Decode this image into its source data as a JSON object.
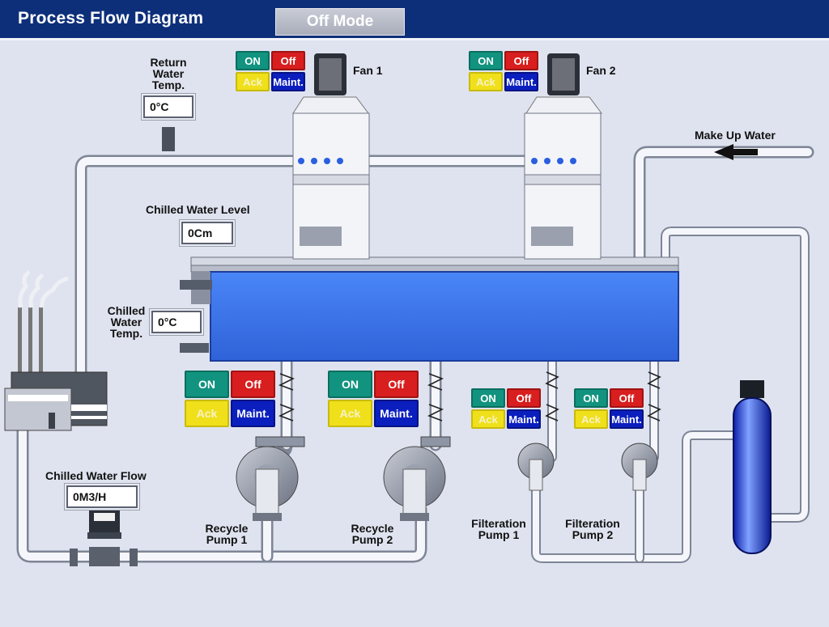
{
  "header": {
    "title": "Process Flow Diagram",
    "mode_button": "Off Mode"
  },
  "labels": {
    "return_water_temp": [
      "Return",
      "Water",
      "Temp."
    ],
    "chilled_water_level": "Chilled Water Level",
    "chilled_water_temp": [
      "Chilled",
      "Water",
      "Temp."
    ],
    "chilled_water_flow": "Chilled Water Flow",
    "make_up_water": "Make Up Water",
    "fan1": "Fan 1",
    "fan2": "Fan 2",
    "recycle_pump1": [
      "Recycle",
      "Pump 1"
    ],
    "recycle_pump2": [
      "Recycle",
      "Pump 2"
    ],
    "filtration_pump1": [
      "Filteration",
      "Pump 1"
    ],
    "filtration_pump2": [
      "Filteration",
      "Pump 2"
    ]
  },
  "readings": {
    "return_water_temp": "0°C",
    "chilled_water_level": "0Cm",
    "chilled_water_temp": "0°C",
    "chilled_water_flow": "0M3/H"
  },
  "controls": {
    "on": "ON",
    "off": "Off",
    "ack": "Ack",
    "maint": "Maint."
  },
  "colors": {
    "header": "#0d2f7a",
    "water": "#3d78f0",
    "on": "#11937f",
    "off": "#d81e1e",
    "ack": "#efe01b",
    "maint": "#0b1fbf"
  }
}
